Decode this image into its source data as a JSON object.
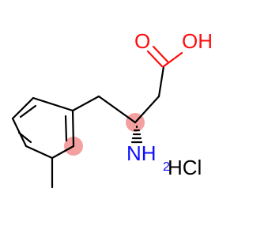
{
  "molecule": {
    "labels": {
      "carbonyl_oxygen": "O",
      "hydroxyl": "OH",
      "amine": "NH",
      "amine_subscript": "2",
      "salt": "HCl"
    },
    "colors": {
      "bond": "#000000",
      "oxygen": "#ff0d0d",
      "nitrogen": "#0d0dff",
      "salt": "#000000",
      "highlight": "#f4a0a0"
    }
  }
}
